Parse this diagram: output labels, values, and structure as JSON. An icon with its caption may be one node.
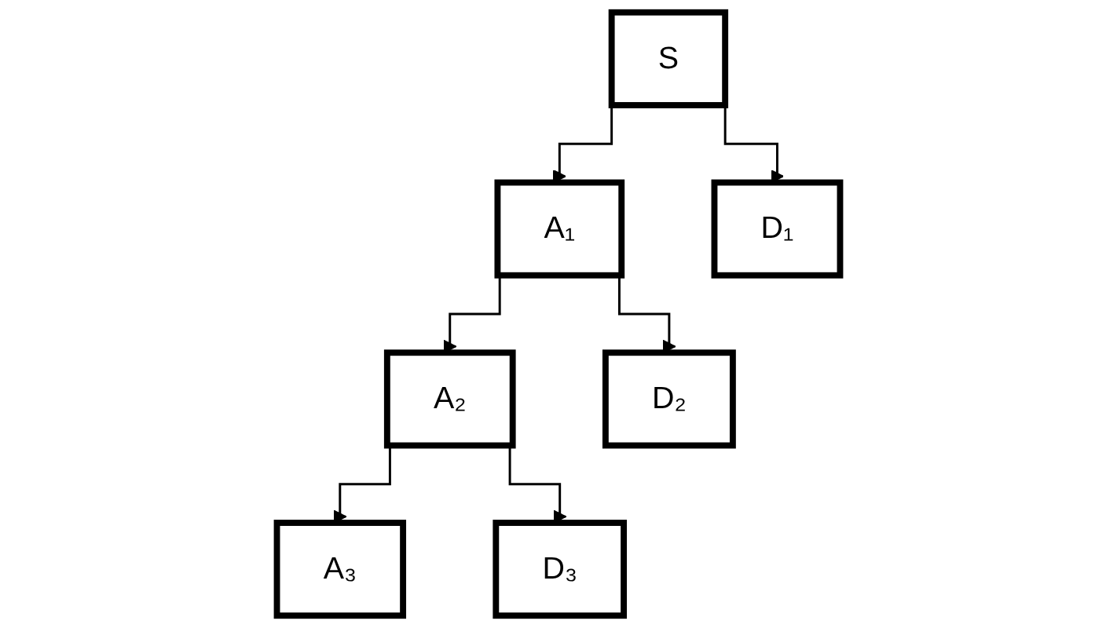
{
  "diagram": {
    "nodes": [
      {
        "text": [
          "S"
        ]
      },
      {
        "text": [
          "A₁"
        ]
      },
      {
        "text": [
          "D₁"
        ]
      },
      {
        "text": [
          "A₂"
        ]
      },
      {
        "text": [
          "D₂"
        ]
      },
      {
        "text": [
          "A₃"
        ]
      },
      {
        "text": [
          "D₃"
        ]
      }
    ],
    "edges": [
      {
        "from": 0,
        "to": 1,
        "arrow": "to"
      },
      {
        "from": 0,
        "to": 2,
        "arrow": "to"
      },
      {
        "from": 1,
        "to": 3,
        "arrow": "to"
      },
      {
        "from": 1,
        "to": 4,
        "arrow": "to"
      },
      {
        "from": 3,
        "to": 5,
        "arrow": "to"
      },
      {
        "from": 3,
        "to": 6,
        "arrow": "to"
      }
    ]
  }
}
